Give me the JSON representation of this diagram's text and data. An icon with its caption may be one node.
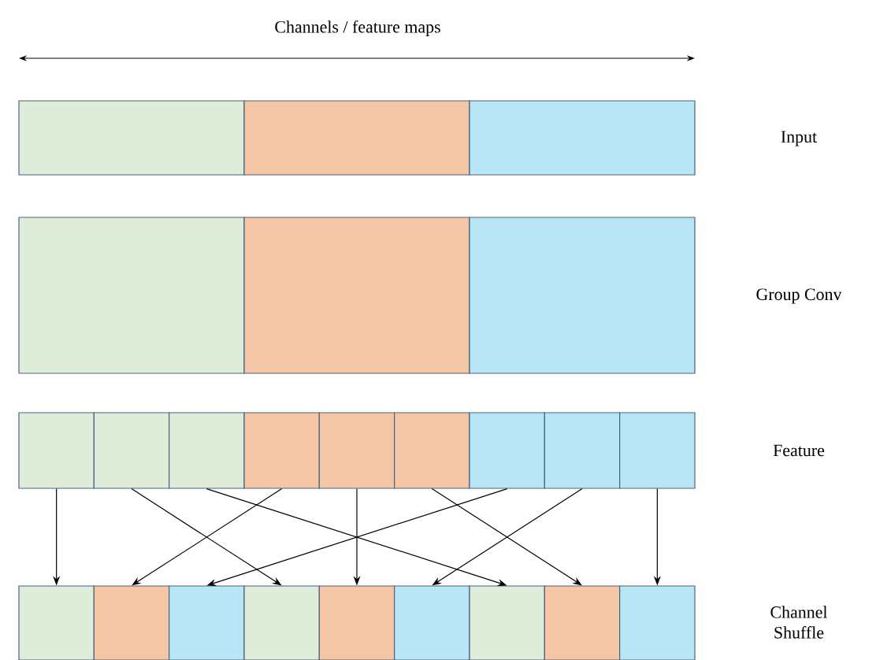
{
  "diagram": {
    "nodes": [
      {
        "text": [],
        "shape": "box"
      },
      {
        "text": [],
        "shape": "box"
      },
      {
        "text": [],
        "shape": "box"
      },
      {
        "text": [],
        "shape": "box"
      },
      {
        "text": [],
        "shape": "box"
      },
      {
        "text": [],
        "shape": "box"
      },
      {
        "text": [],
        "shape": "box"
      },
      {
        "text": [],
        "shape": "box"
      },
      {
        "text": [],
        "shape": "box"
      },
      {
        "text": [],
        "shape": "box"
      },
      {
        "text": [],
        "shape": "box"
      },
      {
        "text": [],
        "shape": "box"
      },
      {
        "text": [],
        "shape": "box"
      },
      {
        "text": [],
        "shape": "box"
      },
      {
        "text": [],
        "shape": "box"
      },
      {
        "text": [],
        "shape": "box"
      },
      {
        "text": [],
        "shape": "box"
      },
      {
        "text": [],
        "shape": "box"
      },
      {
        "text": [],
        "shape": "box"
      },
      {
        "text": [],
        "shape": "box"
      },
      {
        "text": [],
        "shape": "box"
      },
      {
        "text": [],
        "shape": "box"
      },
      {
        "text": [],
        "shape": "box"
      },
      {
        "text": [],
        "shape": "box"
      }
    ],
    "edges": [
      {
        "from": 6,
        "to": 15,
        "arrow": "to"
      },
      {
        "from": 7,
        "to": 18,
        "arrow": "to"
      },
      {
        "from": 8,
        "to": 21,
        "arrow": "to"
      },
      {
        "from": 9,
        "to": 16,
        "arrow": "to"
      },
      {
        "from": 10,
        "to": 19,
        "arrow": "to"
      },
      {
        "from": 11,
        "to": 22,
        "arrow": "to"
      },
      {
        "from": 12,
        "to": 17,
        "arrow": "to"
      },
      {
        "from": 13,
        "to": 20,
        "arrow": "to"
      },
      {
        "from": 14,
        "to": 23,
        "arrow": "to"
      }
    ],
    "labels": [
      "Channels / feature maps",
      "Input",
      "Group Conv",
      "Feature",
      "Channel Shuffle"
    ]
  }
}
